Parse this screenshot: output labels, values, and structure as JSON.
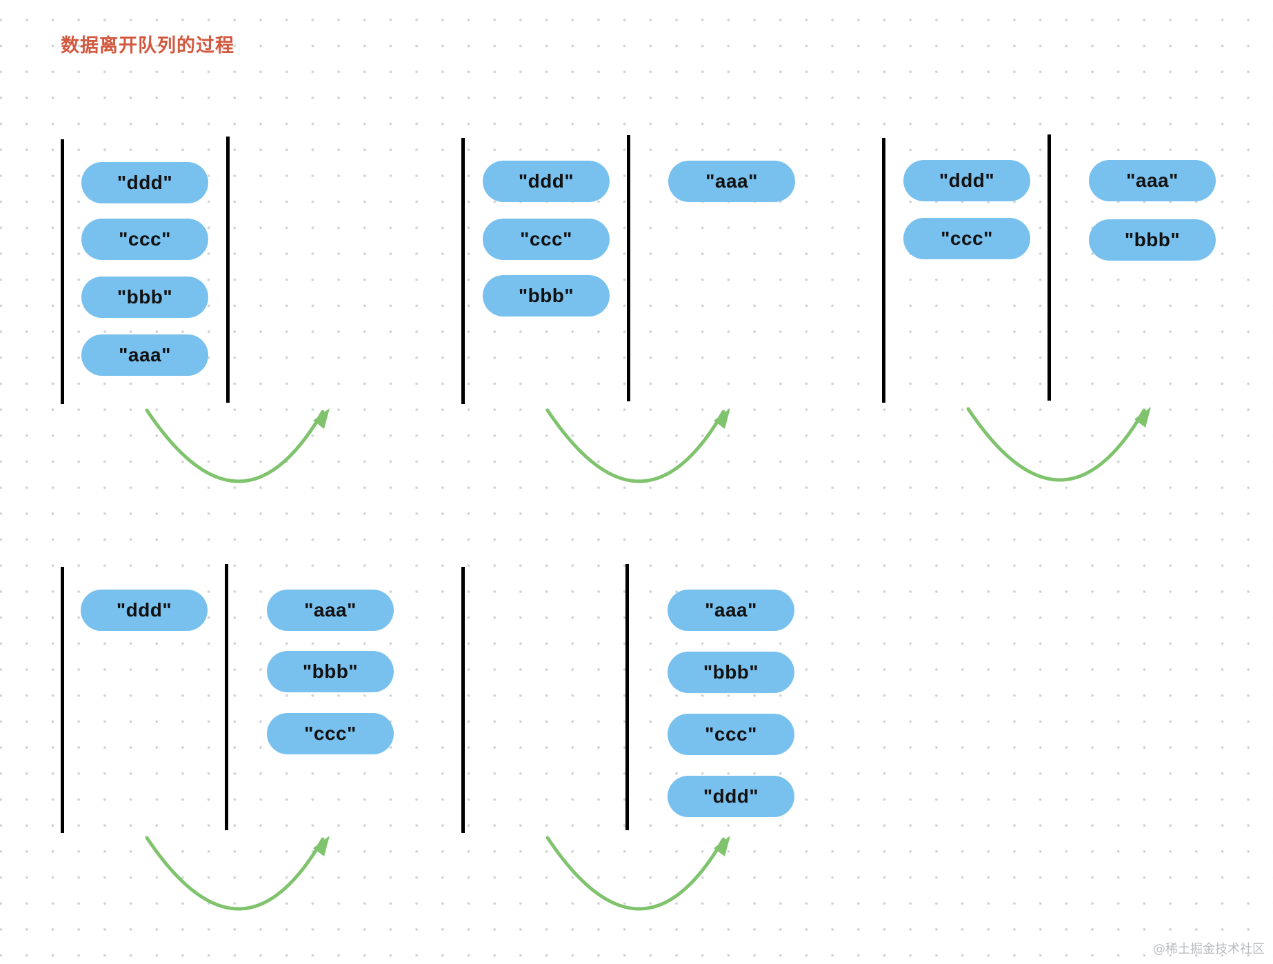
{
  "title": "数据离开队列的过程",
  "watermark": "@稀土掘金技术社区",
  "colors": {
    "pill": "#78c0ee",
    "arrow": "#7fc36d",
    "title": "#d2583e",
    "line": "#000000"
  },
  "steps": [
    {
      "left": [
        "\"ddd\"",
        "\"ccc\"",
        "\"bbb\"",
        "\"aaa\""
      ],
      "right": []
    },
    {
      "left": [
        "\"ddd\"",
        "\"ccc\"",
        "\"bbb\""
      ],
      "right": [
        "\"aaa\""
      ]
    },
    {
      "left": [
        "\"ddd\"",
        "\"ccc\""
      ],
      "right": [
        "\"aaa\"",
        "\"bbb\""
      ]
    },
    {
      "left": [
        "\"ddd\""
      ],
      "right": [
        "\"aaa\"",
        "\"bbb\"",
        "\"ccc\""
      ]
    },
    {
      "left": [],
      "right": [
        "\"aaa\"",
        "\"bbb\"",
        "\"ccc\"",
        "\"ddd\""
      ]
    }
  ]
}
